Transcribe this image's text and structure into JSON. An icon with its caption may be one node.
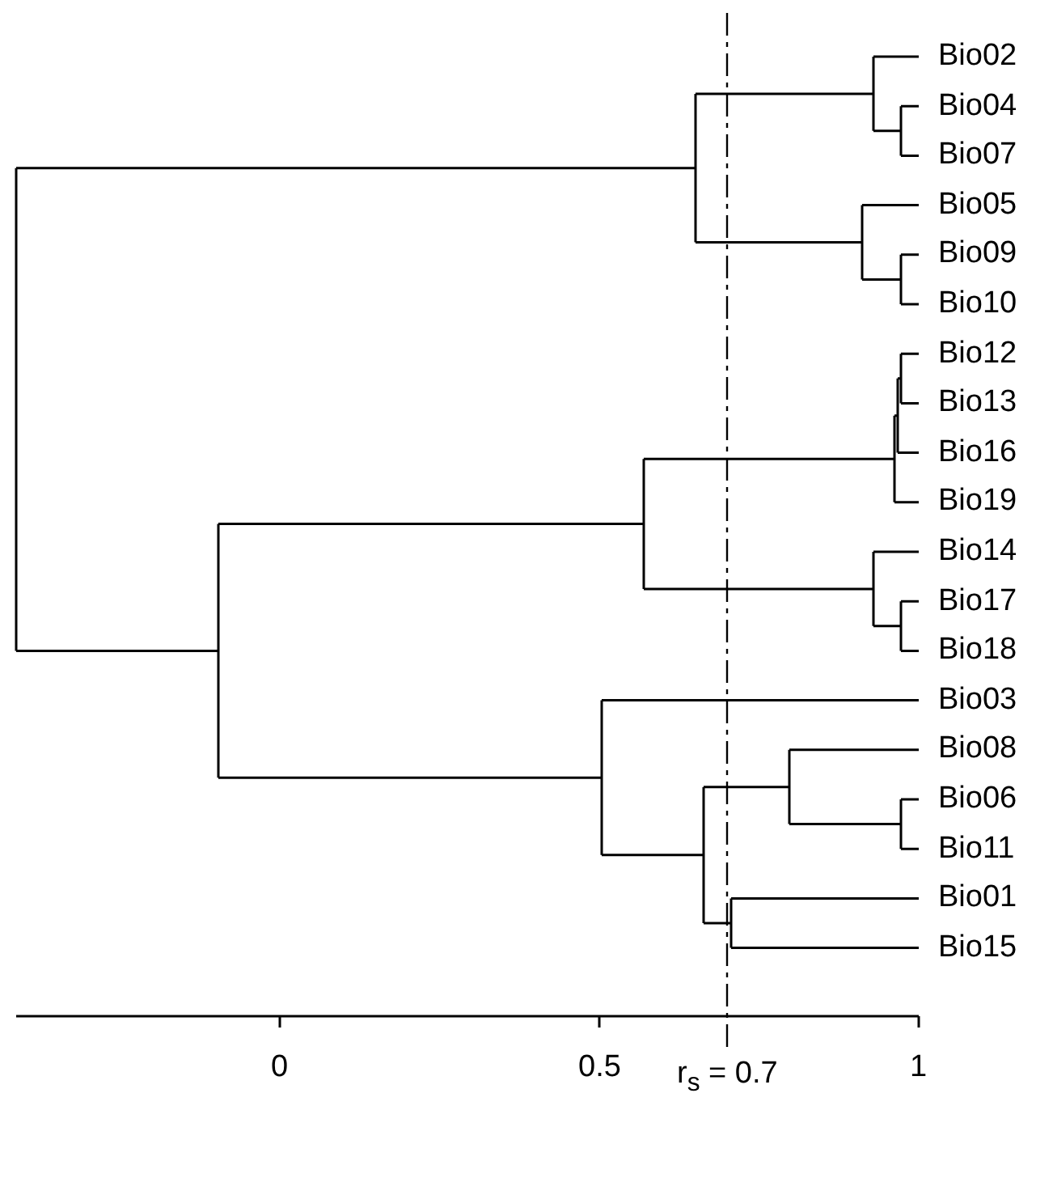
{
  "diagram": {
    "labels": [
      "Bio02",
      "Bio04",
      "Bio07",
      "Bio05",
      "Bio09",
      "Bio10",
      "Bio12",
      "Bio13",
      "Bio16",
      "Bio19",
      "Bio14",
      "Bio17",
      "Bio18",
      "Bio03",
      "Bio08",
      "Bio06",
      "Bio11",
      "Bio01",
      "Bio15",
      "0",
      "0.5",
      "1",
      "r$_{s}$ = 0.7"
    ]
  }
}
